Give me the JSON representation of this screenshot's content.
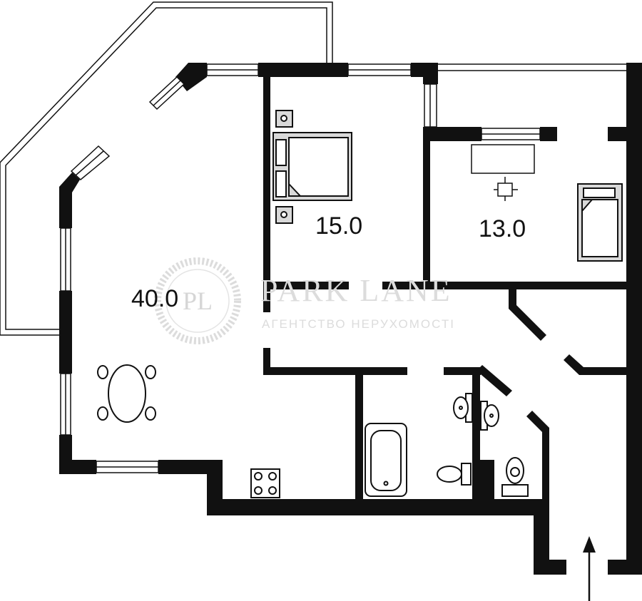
{
  "rooms": {
    "living_area": "40.0",
    "bedroom_area": "15.0",
    "study_area": "13.0"
  },
  "watermark": {
    "brand": "PARK LANE",
    "subtitle": "АГЕНТСТВО НЕРУХОМОСТІ",
    "monogram": "PL"
  },
  "colors": {
    "wall": "#111111",
    "fixture_fill": "#d9d9d9",
    "watermark": "#dcdcdc"
  },
  "icons": [
    "entrance-arrow-icon",
    "bed-icon",
    "single-bed-icon",
    "dining-table-icon",
    "stove-icon",
    "bathtub-icon",
    "toilet-icon",
    "sink-icon",
    "desk-icon",
    "chair-icon",
    "nightstand-icon"
  ]
}
